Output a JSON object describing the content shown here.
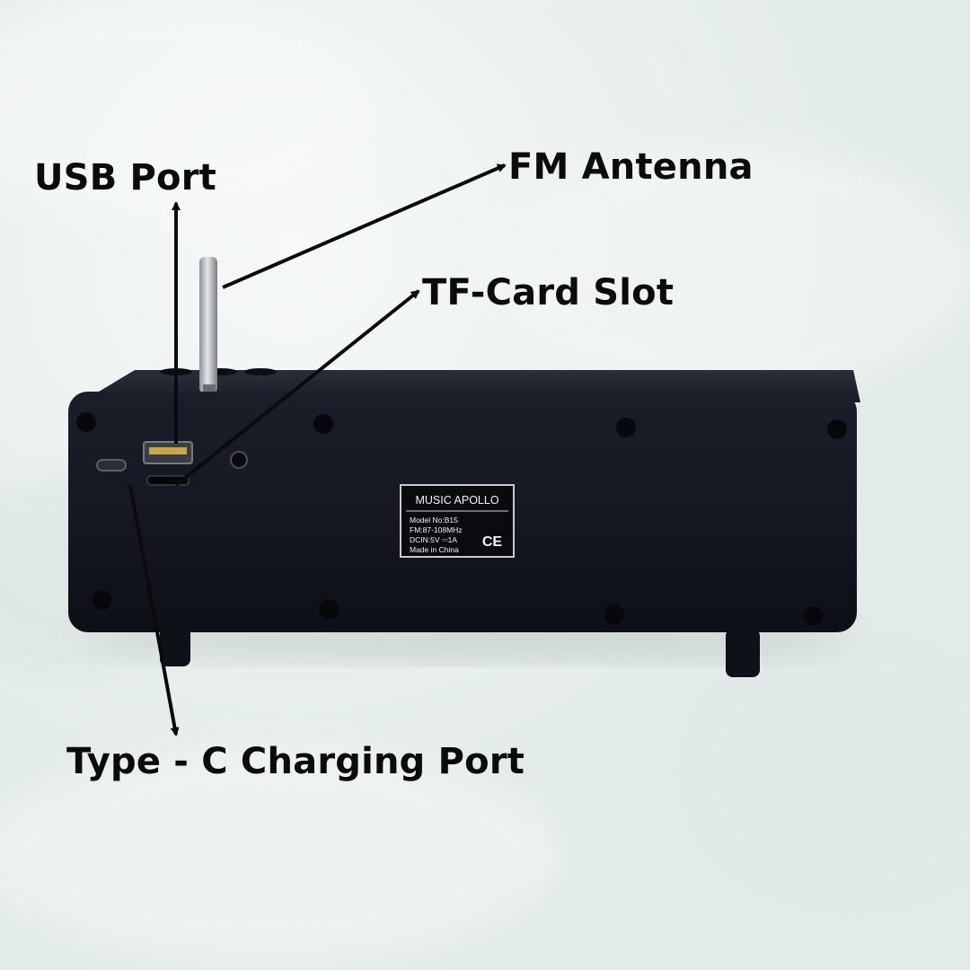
{
  "callouts": {
    "usb_port": "USB Port",
    "fm_antenna": "FM Antenna",
    "tf_card_slot": "TF-Card Slot",
    "type_c_port": "Type - C Charging Port"
  },
  "product_label": {
    "brand": "MUSIC APOLLO",
    "model": "Model No:B15",
    "fm": "FM:87-108MHz",
    "dcin": "DCIN:5V ⎓1A",
    "origin": "Made in China",
    "mark": "CE"
  },
  "colors": {
    "background": "#e6eeec",
    "speaker_body": "#13161f",
    "label_text": "#0b0b0b"
  }
}
